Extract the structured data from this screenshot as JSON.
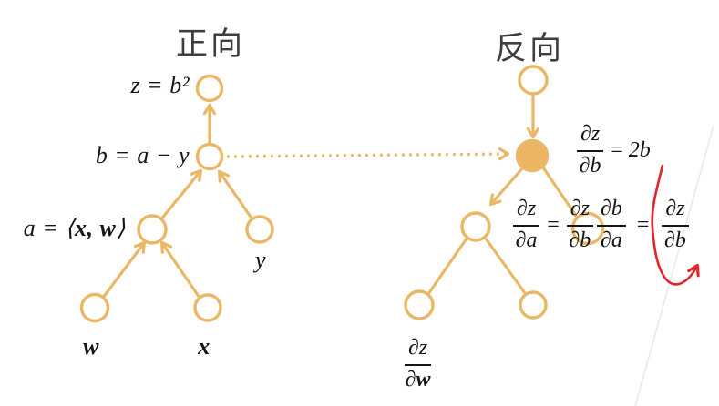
{
  "colors": {
    "accent_orange": "#E9B766",
    "node_fill": "#ECB564",
    "annotation_red": "#E3242B",
    "title_gray": "#3E3E3E",
    "text_black": "#161616"
  },
  "forward": {
    "title": "正向",
    "eq_z": "z = b²",
    "eq_b": "b = a − y",
    "eq_a_pre": "a = ⟨",
    "eq_a_bold": "x, w",
    "eq_a_post": "⟩",
    "label_y": "y",
    "label_w": "w",
    "label_x": "x"
  },
  "backward": {
    "title": "反向",
    "f1": {
      "num": "∂z",
      "den": "∂b",
      "eq": "=",
      "rhs": "2b"
    },
    "f2": {
      "lhs_num": "∂z",
      "lhs_den": "∂a",
      "eq1": "=",
      "mid1_num": "∂z",
      "mid1_den": "∂b",
      "mid2_num": "∂b",
      "mid2_den": "∂a",
      "eq2": "=",
      "rhs_num": "∂z",
      "rhs_den": "∂b"
    },
    "f3": {
      "num": "∂z",
      "den_pre": "∂",
      "den_bold": "w"
    }
  }
}
